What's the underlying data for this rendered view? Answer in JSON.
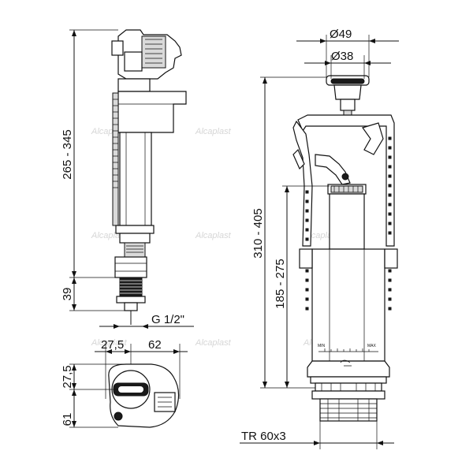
{
  "dimensions": {
    "float_height": "265 - 345",
    "float_shank": "39",
    "float_thread": "G 1/2\"",
    "float_offset": "27,5",
    "float_width": "62",
    "top_offset": "27,5",
    "top_depth": "61",
    "button_outer": "Ø49",
    "button_inner": "Ø38",
    "flush_height": "310 - 405",
    "overflow_height": "185 - 275",
    "base_thread": "TR 60x3"
  },
  "scale_labels": {
    "min": "MIN",
    "max": "MAX"
  },
  "watermark": "Alcaplast"
}
